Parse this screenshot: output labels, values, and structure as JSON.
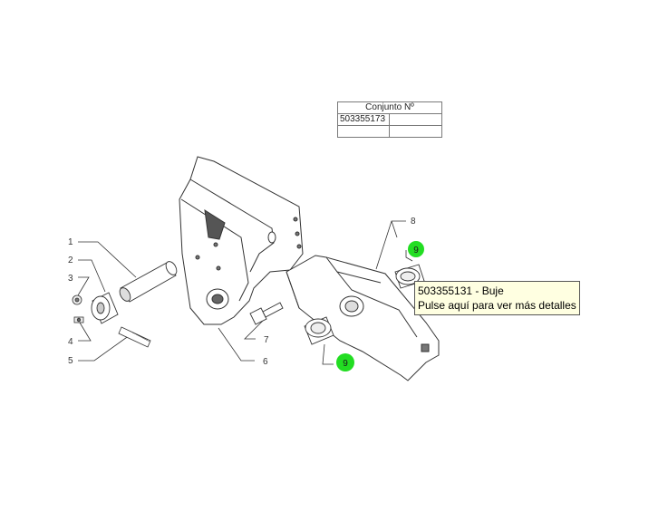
{
  "assembly": {
    "header": "Conjunto Nº",
    "number": "503355173"
  },
  "callouts": {
    "c1": "1",
    "c2": "2",
    "c3": "3",
    "c4": "4",
    "c5": "5",
    "c6": "6",
    "c7": "7",
    "c8": "8"
  },
  "hotspots": {
    "h9_top": "9",
    "h9_bottom": "9",
    "color": "#22dd22"
  },
  "tooltip": {
    "title": "503355131 - Buje",
    "subtitle": "Pulse aquí para ver más detalles"
  }
}
